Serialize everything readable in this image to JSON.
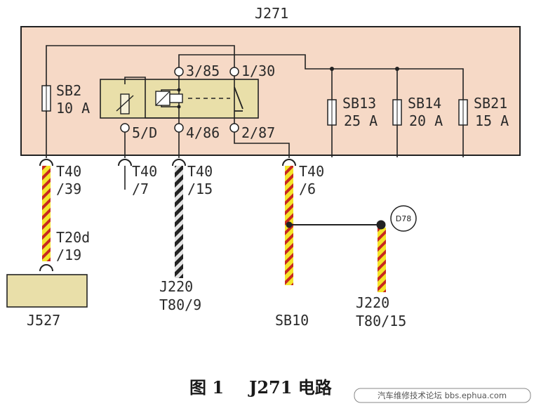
{
  "diagram": {
    "module_title": "J271",
    "colors": {
      "module_fill": "#f6d9c6",
      "relay_fill": "#e9dfa9",
      "line": "#222222",
      "wire_yellow": "#f3e52a",
      "wire_red": "#c8281e",
      "wire_black": "#222222",
      "wire_gray": "#e3e3e3"
    },
    "fuses_internal": [
      {
        "name": "SB2",
        "rating": "10 A"
      },
      {
        "name": "SB13",
        "rating": "25 A"
      },
      {
        "name": "SB14",
        "rating": "20 A"
      },
      {
        "name": "SB21",
        "rating": "15 A"
      }
    ],
    "relay_pins": {
      "p3_85": "3/85",
      "p1_30": "1/30",
      "p5_d": "5/D",
      "p4_86": "4/86",
      "p2_87": "2/87"
    },
    "connectors": {
      "t40_39": [
        "T40",
        "/39"
      ],
      "t40_7": [
        "T40",
        "/7"
      ],
      "t40_15": [
        "T40",
        "/15"
      ],
      "t40_6": [
        "T40",
        "/6"
      ],
      "t20d_19": [
        "T20d",
        "/19"
      ]
    },
    "ground_point": "D78",
    "components": {
      "j527": "J527",
      "j220_a": [
        "J220",
        "T80/9"
      ],
      "sb10": "SB10",
      "j220_b": [
        "J220",
        "T80/15"
      ]
    },
    "caption_fig": "图 1",
    "caption_title": "J271 电路",
    "watermark": "汽车维修技术论坛 bbs.ephua.com"
  }
}
